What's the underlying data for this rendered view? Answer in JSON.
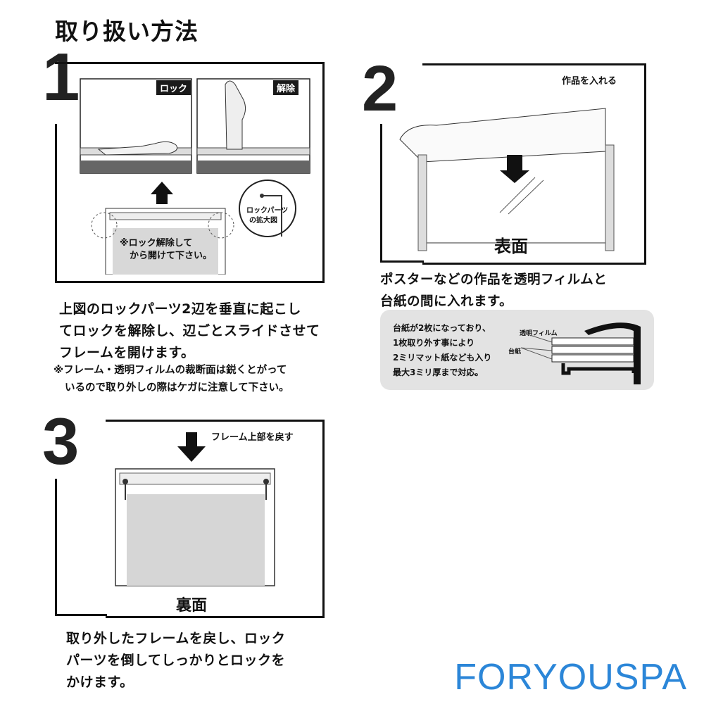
{
  "title": "取り扱い方法",
  "step1": {
    "number": "1",
    "lock_label": "ロック",
    "unlock_label": "解除",
    "zoom_label_1": "ロックパーツ",
    "zoom_label_2": "の拡大図",
    "unlock_hint_1": "※ロック解除して",
    "unlock_hint_2": "から開けて下さい。",
    "desc_lines": [
      "上図のロックパーツ2辺を垂直に起こし",
      "てロックを解除し、辺ごとスライドさせて",
      "フレームを開けます。"
    ],
    "note_lines": [
      "※フレーム・透明フィルムの裁断面は鋭くとがって",
      "いるので取り外しの際はケガに注意して下さい。"
    ]
  },
  "step2": {
    "number": "2",
    "insert_label": "作品を入れる",
    "front_label": "表面",
    "desc_lines": [
      "ポスターなどの作品を透明フィルムと",
      "台紙の間に入れます。"
    ],
    "box_lines": [
      "台紙が2枚になっており、",
      "1枚取り外す事により",
      "2ミリマット紙なども入り",
      "最大3ミリ厚まで対応。"
    ],
    "film_label": "透明フィルム",
    "board_label": "台紙"
  },
  "step3": {
    "number": "3",
    "return_label": "フレーム上部を戻す",
    "back_label": "裏面",
    "desc_lines": [
      "取り外したフレームを戻し、ロック",
      "パーツを倒してしっかりとロックを",
      "かけます。"
    ]
  },
  "watermark": "FORYOUSPA"
}
